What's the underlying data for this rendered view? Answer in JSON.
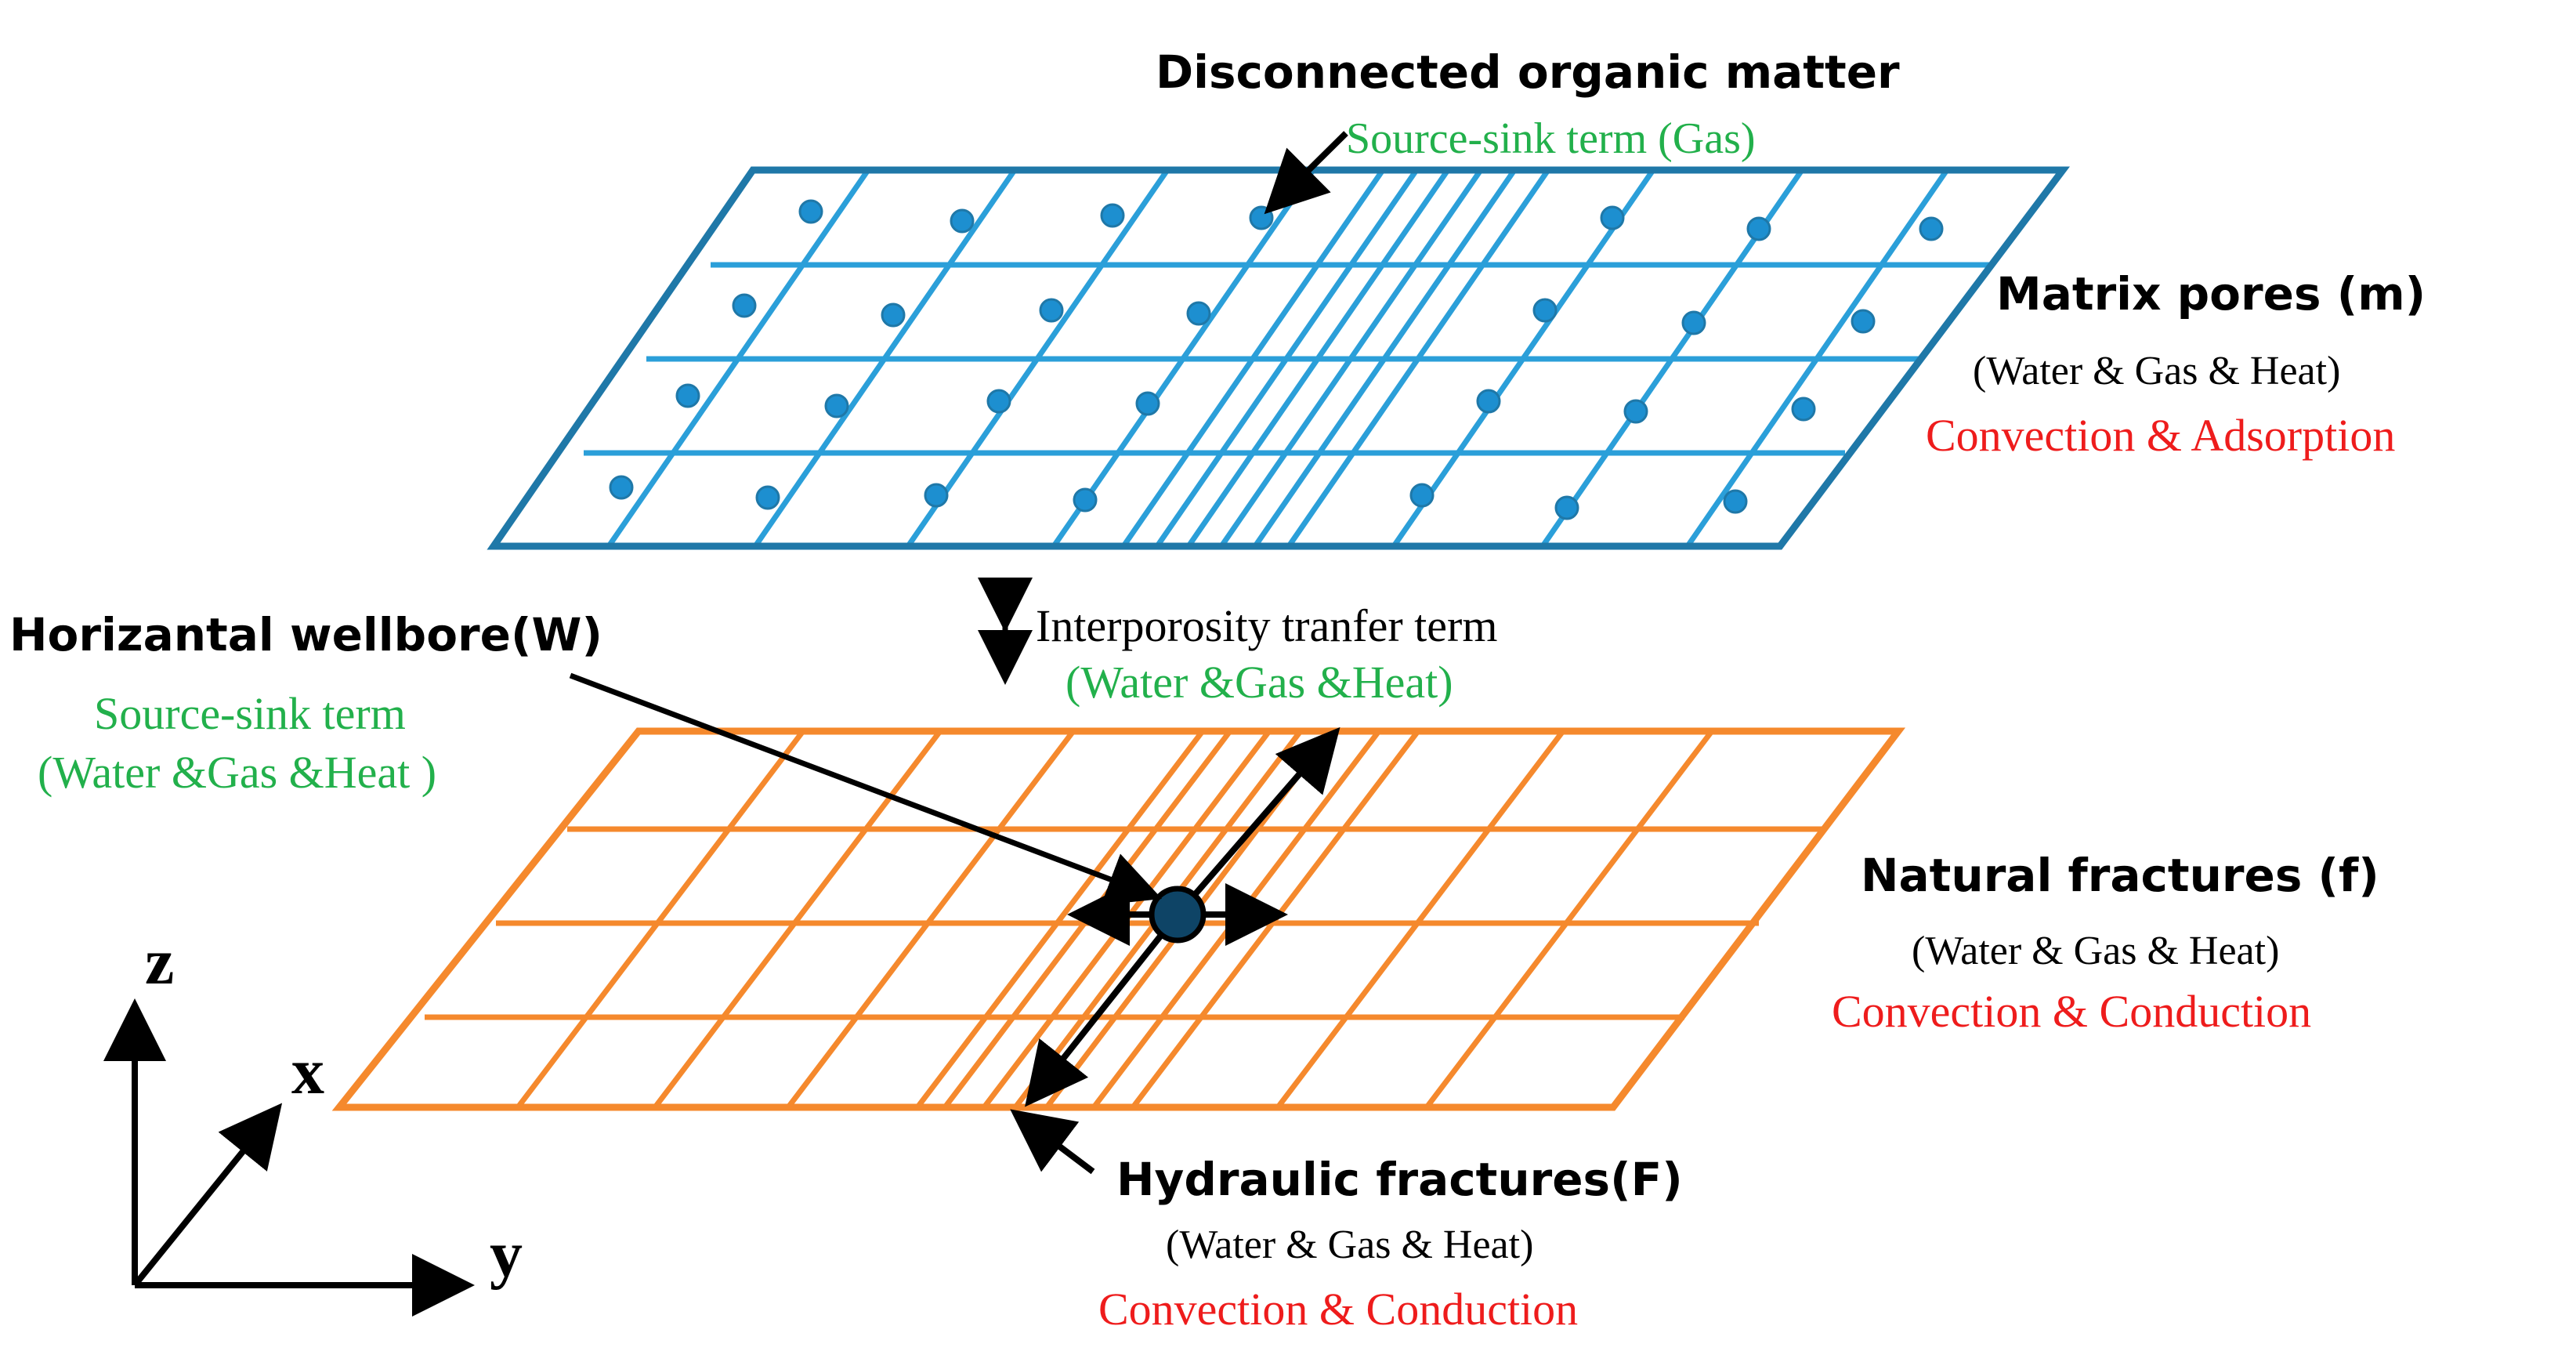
{
  "labels": {
    "disconnected": "Disconnected organic matter",
    "source_sink_gas": "Source-sink term (Gas)",
    "matrix_title": "Matrix pores (m)",
    "matrix_phases": "(Water & Gas & Heat)",
    "matrix_mech": "Convection & Adsorption",
    "wellbore_title": "Horizantal wellbore(W)",
    "wellbore_term": "Source-sink term",
    "wellbore_phases": "(Water &Gas &Heat )",
    "interporosity_title": "Interporosity tranfer term",
    "interporosity_phases": "(Water &Gas &Heat)",
    "natural_title": "Natural fractures (f)",
    "natural_phases": "(Water & Gas & Heat)",
    "natural_mech": "Convection & Conduction",
    "hydraulic_title": "Hydraulic fractures(F)",
    "hydraulic_phases": "(Water & Gas & Heat)",
    "hydraulic_mech": "Convection & Conduction",
    "axis_z": "z",
    "axis_x": "x",
    "axis_y": "y"
  },
  "colors": {
    "matrix_grid": "#2b9fd9",
    "matrix_border": "#1f78a8",
    "dot": "#1d8fd0",
    "fracture_grid": "#f5892d",
    "green_text": "#22b04b",
    "red_text": "#ee1c1c",
    "black": "#000000",
    "wellbore_fill": "#0e4466"
  }
}
